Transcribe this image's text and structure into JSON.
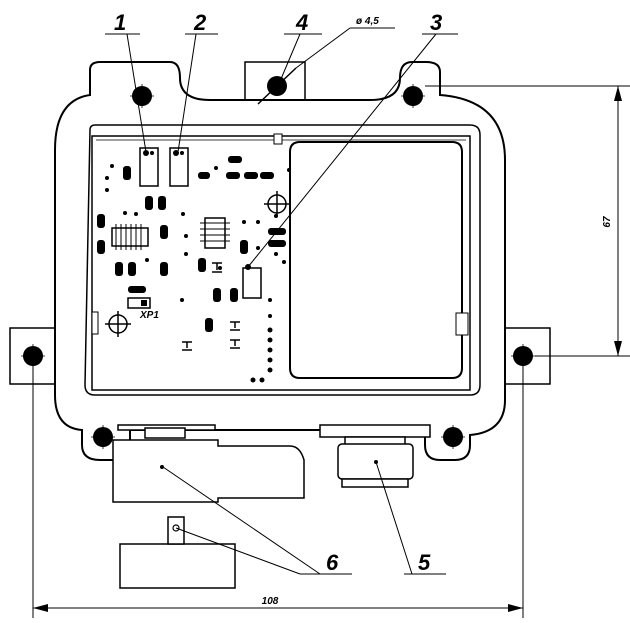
{
  "callouts": [
    "1",
    "2",
    "3",
    "4",
    "5",
    "6"
  ],
  "hole_label": "ø 4,5",
  "connector_label": "XP1",
  "dimensions": {
    "width": "108",
    "height": "67"
  },
  "colors": {
    "line": "#000000",
    "fill": "#ffffff"
  }
}
